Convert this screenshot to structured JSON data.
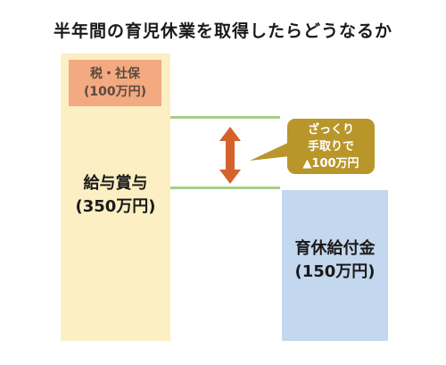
{
  "title": "半年間の育児休業を取得したらどうなるか",
  "left_bar": {
    "tax_label": "税・社保",
    "tax_amount": "(100万円)",
    "label": "給与賞与",
    "amount": "(350万円)"
  },
  "right_bar": {
    "label": "育休給付金",
    "amount": "(150万円)"
  },
  "callout": {
    "line1": "ざっくり",
    "line2": "手取りで",
    "line3": "▲100万円"
  },
  "colors": {
    "left_bar": "#fcefc3",
    "tax_box": "#f3aa80",
    "right_bar": "#c3d7ee",
    "guide_lines": "#a6cf89",
    "arrow": "#d4622c",
    "callout": "#b9962a"
  }
}
